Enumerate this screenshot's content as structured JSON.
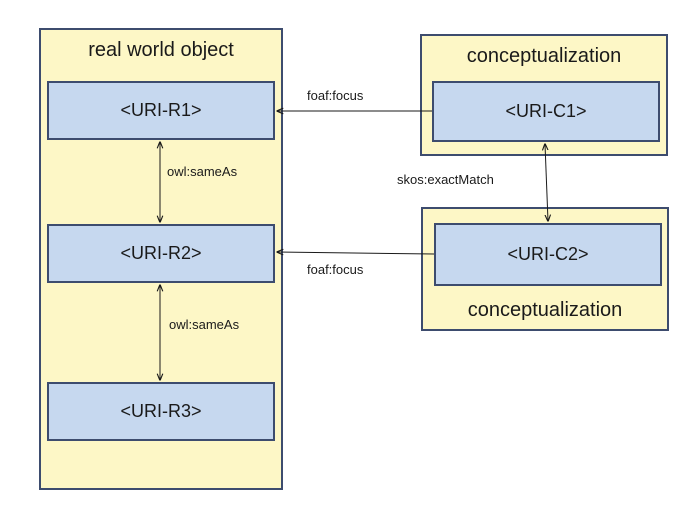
{
  "panels": {
    "left_title": "real world object",
    "top_right_title": "conceptualization",
    "bottom_right_title": "conceptualization"
  },
  "nodes": {
    "r1": "<URI-R1>",
    "r2": "<URI-R2>",
    "r3": "<URI-R3>",
    "c1": "<URI-C1>",
    "c2": "<URI-C2>"
  },
  "relations": {
    "focus_top": "foaf:focus",
    "focus_bottom": "foaf:focus",
    "same_as_top": "owl:sameAs",
    "same_as_bottom": "owl:sameAs",
    "exact_match": "skos:exactMatch"
  },
  "colors": {
    "panel_fill": "#fdf7c6",
    "node_fill": "#c6d8ef",
    "border": "#3d4c6e"
  }
}
